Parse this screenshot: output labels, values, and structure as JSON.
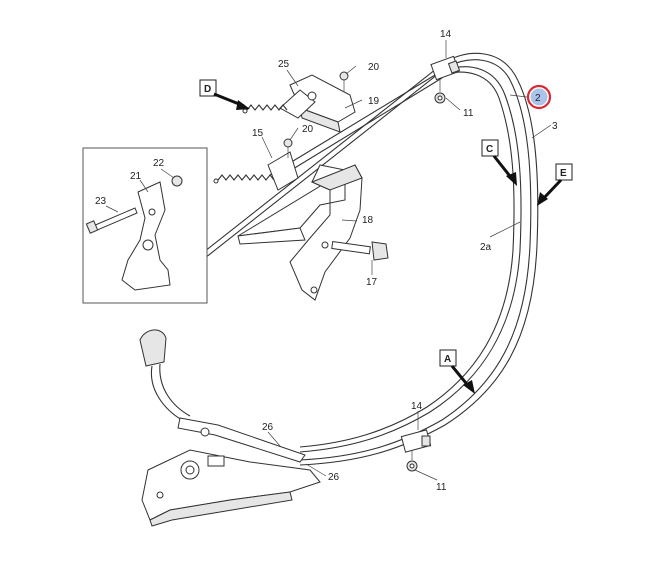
{
  "callouts": {
    "c14_top": "14",
    "c11_top": "11",
    "c2": "2",
    "c3": "3",
    "c25": "25",
    "c20_a": "20",
    "c19": "19",
    "c15": "15",
    "c20_b": "20",
    "c22": "22",
    "c21": "21",
    "c23": "23",
    "c18": "18",
    "c17": "17",
    "c2a": "2a",
    "c14_bot": "14",
    "c11_bot": "11",
    "c26_a": "26",
    "c26_b": "26"
  },
  "refs": {
    "D": "D",
    "C": "C",
    "E": "E",
    "A": "A"
  },
  "highlight_color": "#d9282f",
  "highlight_fill": "#a9c4e8"
}
